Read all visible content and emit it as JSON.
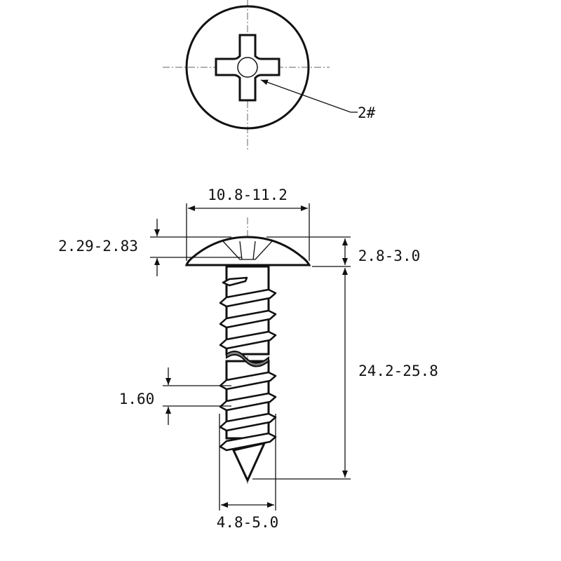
{
  "title": "Phillips truss head self-tapping screw drawing",
  "drive_label": "2#",
  "dimensions": {
    "head_diameter": "10.8-11.2",
    "recess_depth": "2.29-2.83",
    "head_height": "2.8-3.0",
    "length": "24.2-25.8",
    "thread_pitch": "1.60",
    "thread_diameter": "4.8-5.0"
  }
}
